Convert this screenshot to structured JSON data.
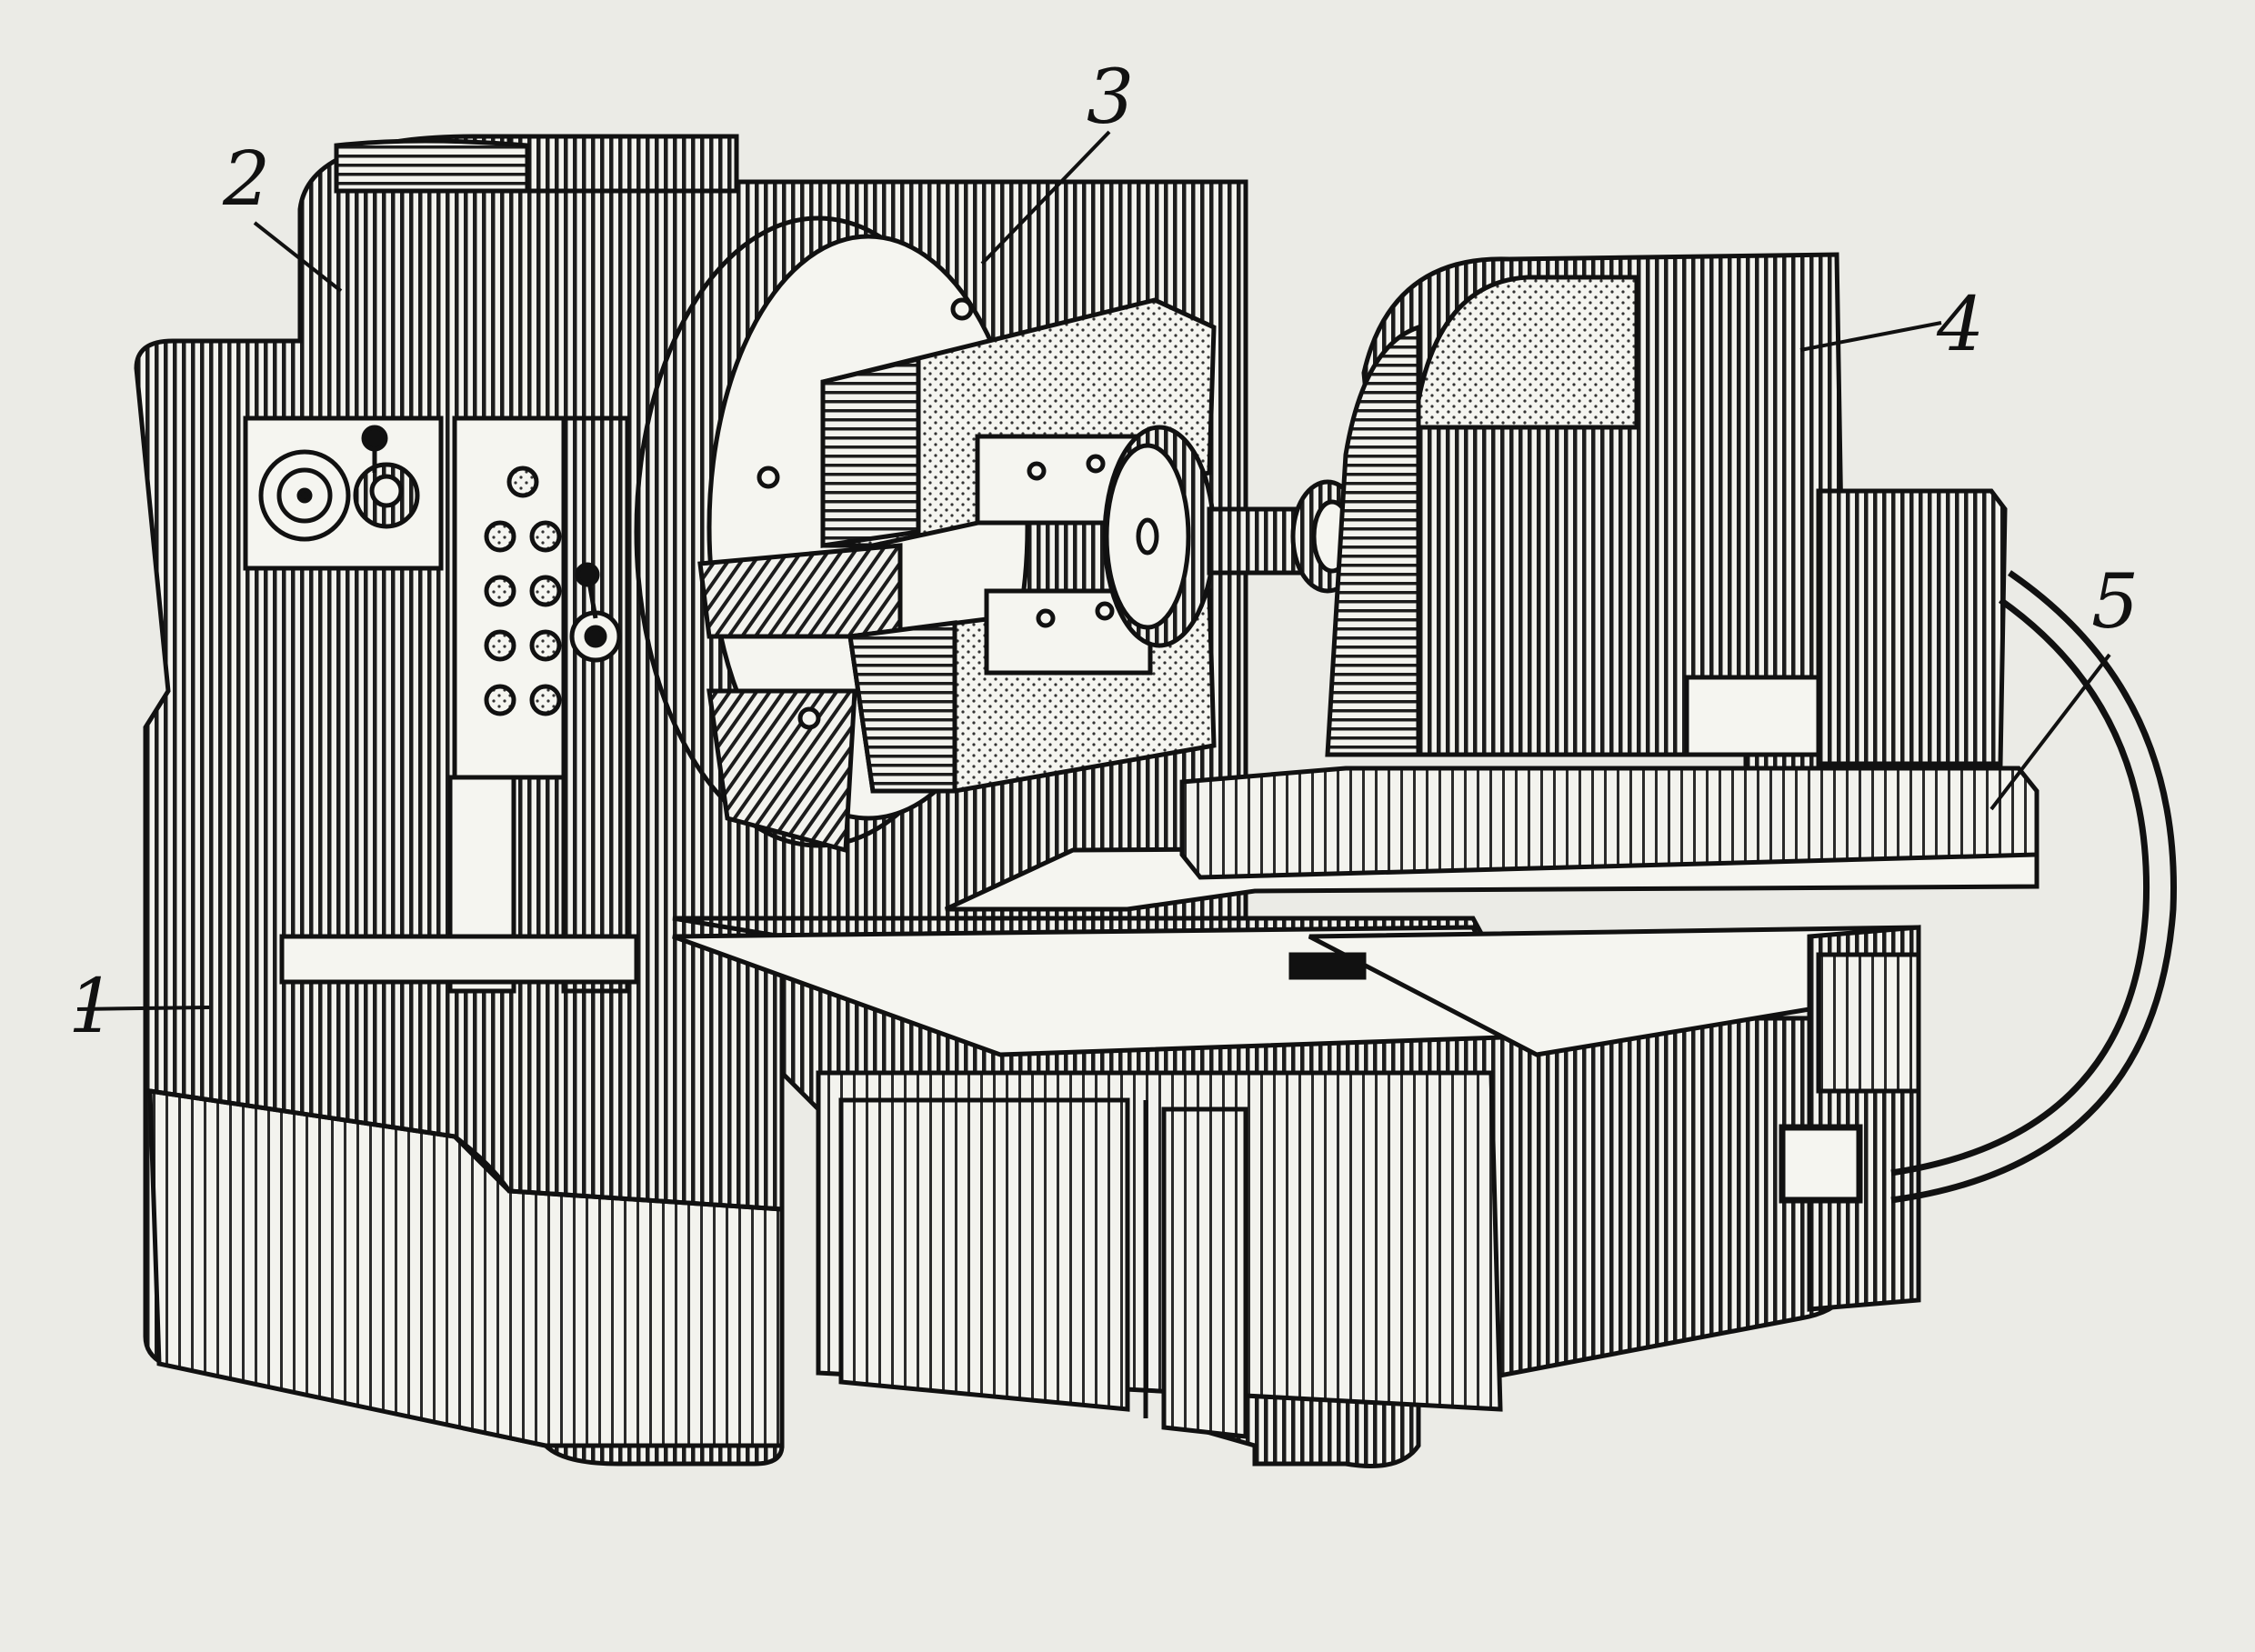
{
  "figure": {
    "background_color": "#ebebe6",
    "ink_color": "#111111",
    "parts": [
      {
        "id": "1",
        "label": "1"
      },
      {
        "id": "2",
        "label": "2"
      },
      {
        "id": "3",
        "label": "3"
      },
      {
        "id": "4",
        "label": "4"
      },
      {
        "id": "5",
        "label": "5"
      }
    ]
  }
}
